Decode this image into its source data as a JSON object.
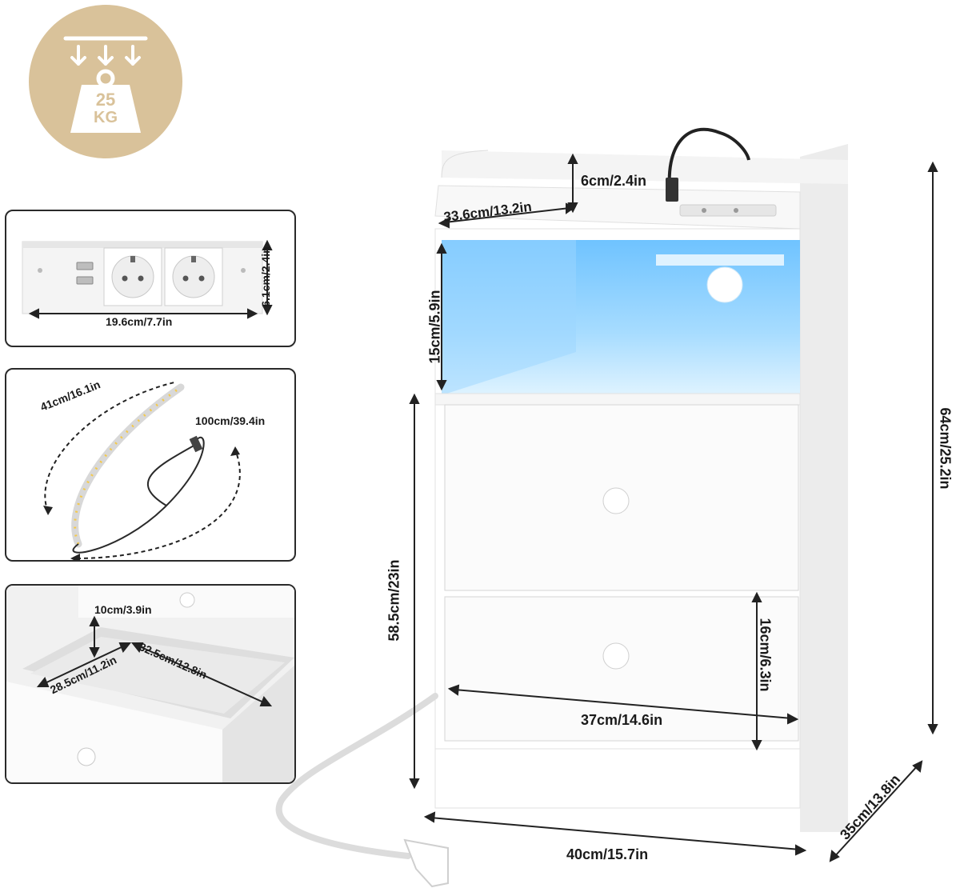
{
  "weight_badge": {
    "value": "25",
    "unit": "KG",
    "badge_color": "#d9c29a",
    "icon": "weight-load-icon"
  },
  "socket_panel": {
    "width_label": "19.6cm/7.7in",
    "height_label": "6.1cm/2.4in"
  },
  "led_panel": {
    "strip_label": "41cm/16.1in",
    "cable_label": "100cm/39.4in"
  },
  "drawer_panel": {
    "depth_label": "10cm/3.9in",
    "inner_depth_label": "28.5cm/11.2in",
    "inner_width_label": "32.5cm/12.8in"
  },
  "nightstand": {
    "top_rail_label": "6cm/2.4in",
    "top_depth_label": "33.6cm/13.2in",
    "open_shelf_label": "15cm/5.9in",
    "total_height_label": "64cm/25.2in",
    "body_height_label": "58.5cm/23in",
    "drawer_height_label": "16cm/6.3in",
    "drawer_width_label": "37cm/14.6in",
    "width_label": "40cm/15.7in",
    "depth_label": "35cm/13.8in",
    "led_color": "#8fd3ff"
  }
}
